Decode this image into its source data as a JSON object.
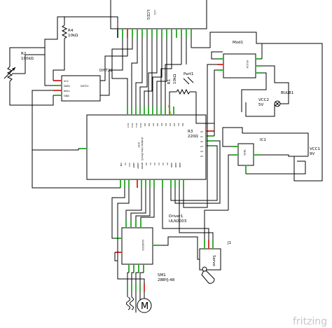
{
  "brand": "fritzing",
  "lcd": {
    "ref": "LCD1",
    "name": "LCD"
  },
  "r4": {
    "ref": "R4",
    "value": "10kΩ"
  },
  "r2": {
    "ref": "R2",
    "value": "100kΩ"
  },
  "dht": {
    "ref": "DHT22",
    "pins": [
      "VCC",
      "DATA",
      "NULL",
      "GND"
    ]
  },
  "part1": {
    "ref": "Part1"
  },
  "r1": {
    "ref": "R1",
    "value": "10kΩ"
  },
  "mod1": {
    "ref": "Mod1",
    "name": "KY-019"
  },
  "vcc2": {
    "ref": "VCC2",
    "value": "5V"
  },
  "bulb1": {
    "ref": "BULB1"
  },
  "arduino": {
    "name": "Arduino Uno (Rev3)",
    "sub": "ICSP"
  },
  "r3": {
    "ref": "R3",
    "value": "220Ω"
  },
  "ic1": {
    "ref": "IC1",
    "name": "7805"
  },
  "vcc1": {
    "ref": "VCC1",
    "value": "9V"
  },
  "driver1": {
    "ref": "Driver1",
    "name": "ULN2003"
  },
  "j1": {
    "ref": "J1"
  },
  "servo": {
    "name": "Servo"
  },
  "sm1": {
    "ref": "SM1",
    "name": "28BYJ-48"
  },
  "motor": {
    "symbol": "M"
  }
}
